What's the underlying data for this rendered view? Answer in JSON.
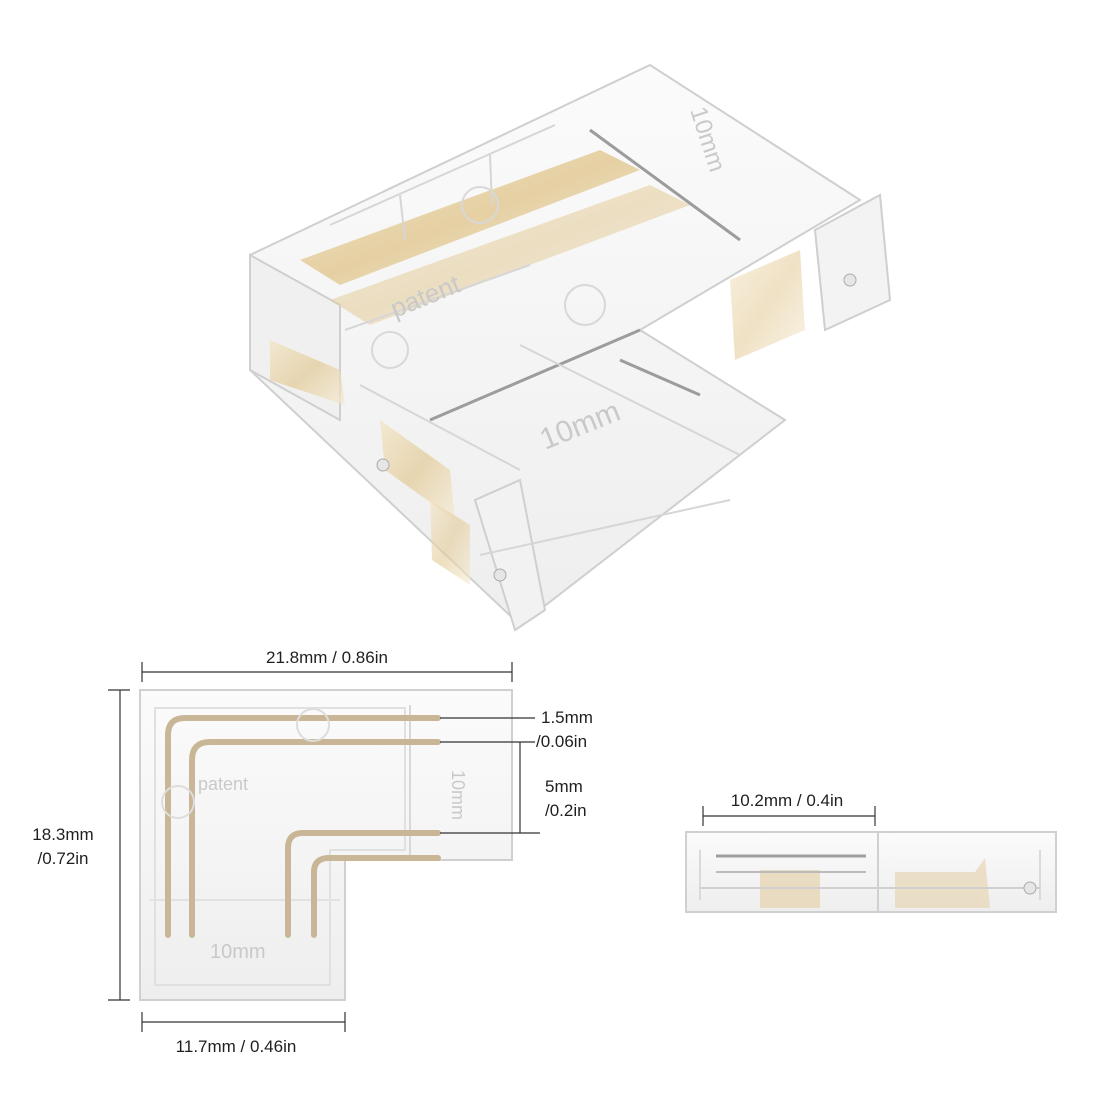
{
  "product": {
    "embossed_patent": "patent",
    "embossed_width_top": "10mm",
    "embossed_width_front": "10mm"
  },
  "top_view": {
    "embossed_patent": "patent",
    "embossed_width_side": "10mm",
    "embossed_width_bottom": "10mm",
    "width_label": "21.8mm / 0.86in",
    "height_label_line1": "18.3mm",
    "height_label_line2": "/0.72in",
    "bottom_width_label": "11.7mm / 0.46in",
    "pin_width_label_line1": "1.5mm",
    "pin_width_label_line2": "/0.06in",
    "pin_gap_label_line1": "5mm",
    "pin_gap_label_line2": "/0.2in"
  },
  "side_view": {
    "length_label": "10.2mm / 0.4in"
  },
  "colors": {
    "outline": "#d0d0d0",
    "clear_plastic": "#f6f6f6",
    "gold_contact": "#e8d6b2",
    "copper_pin": "#c8b596",
    "dimension_line": "#333333"
  }
}
